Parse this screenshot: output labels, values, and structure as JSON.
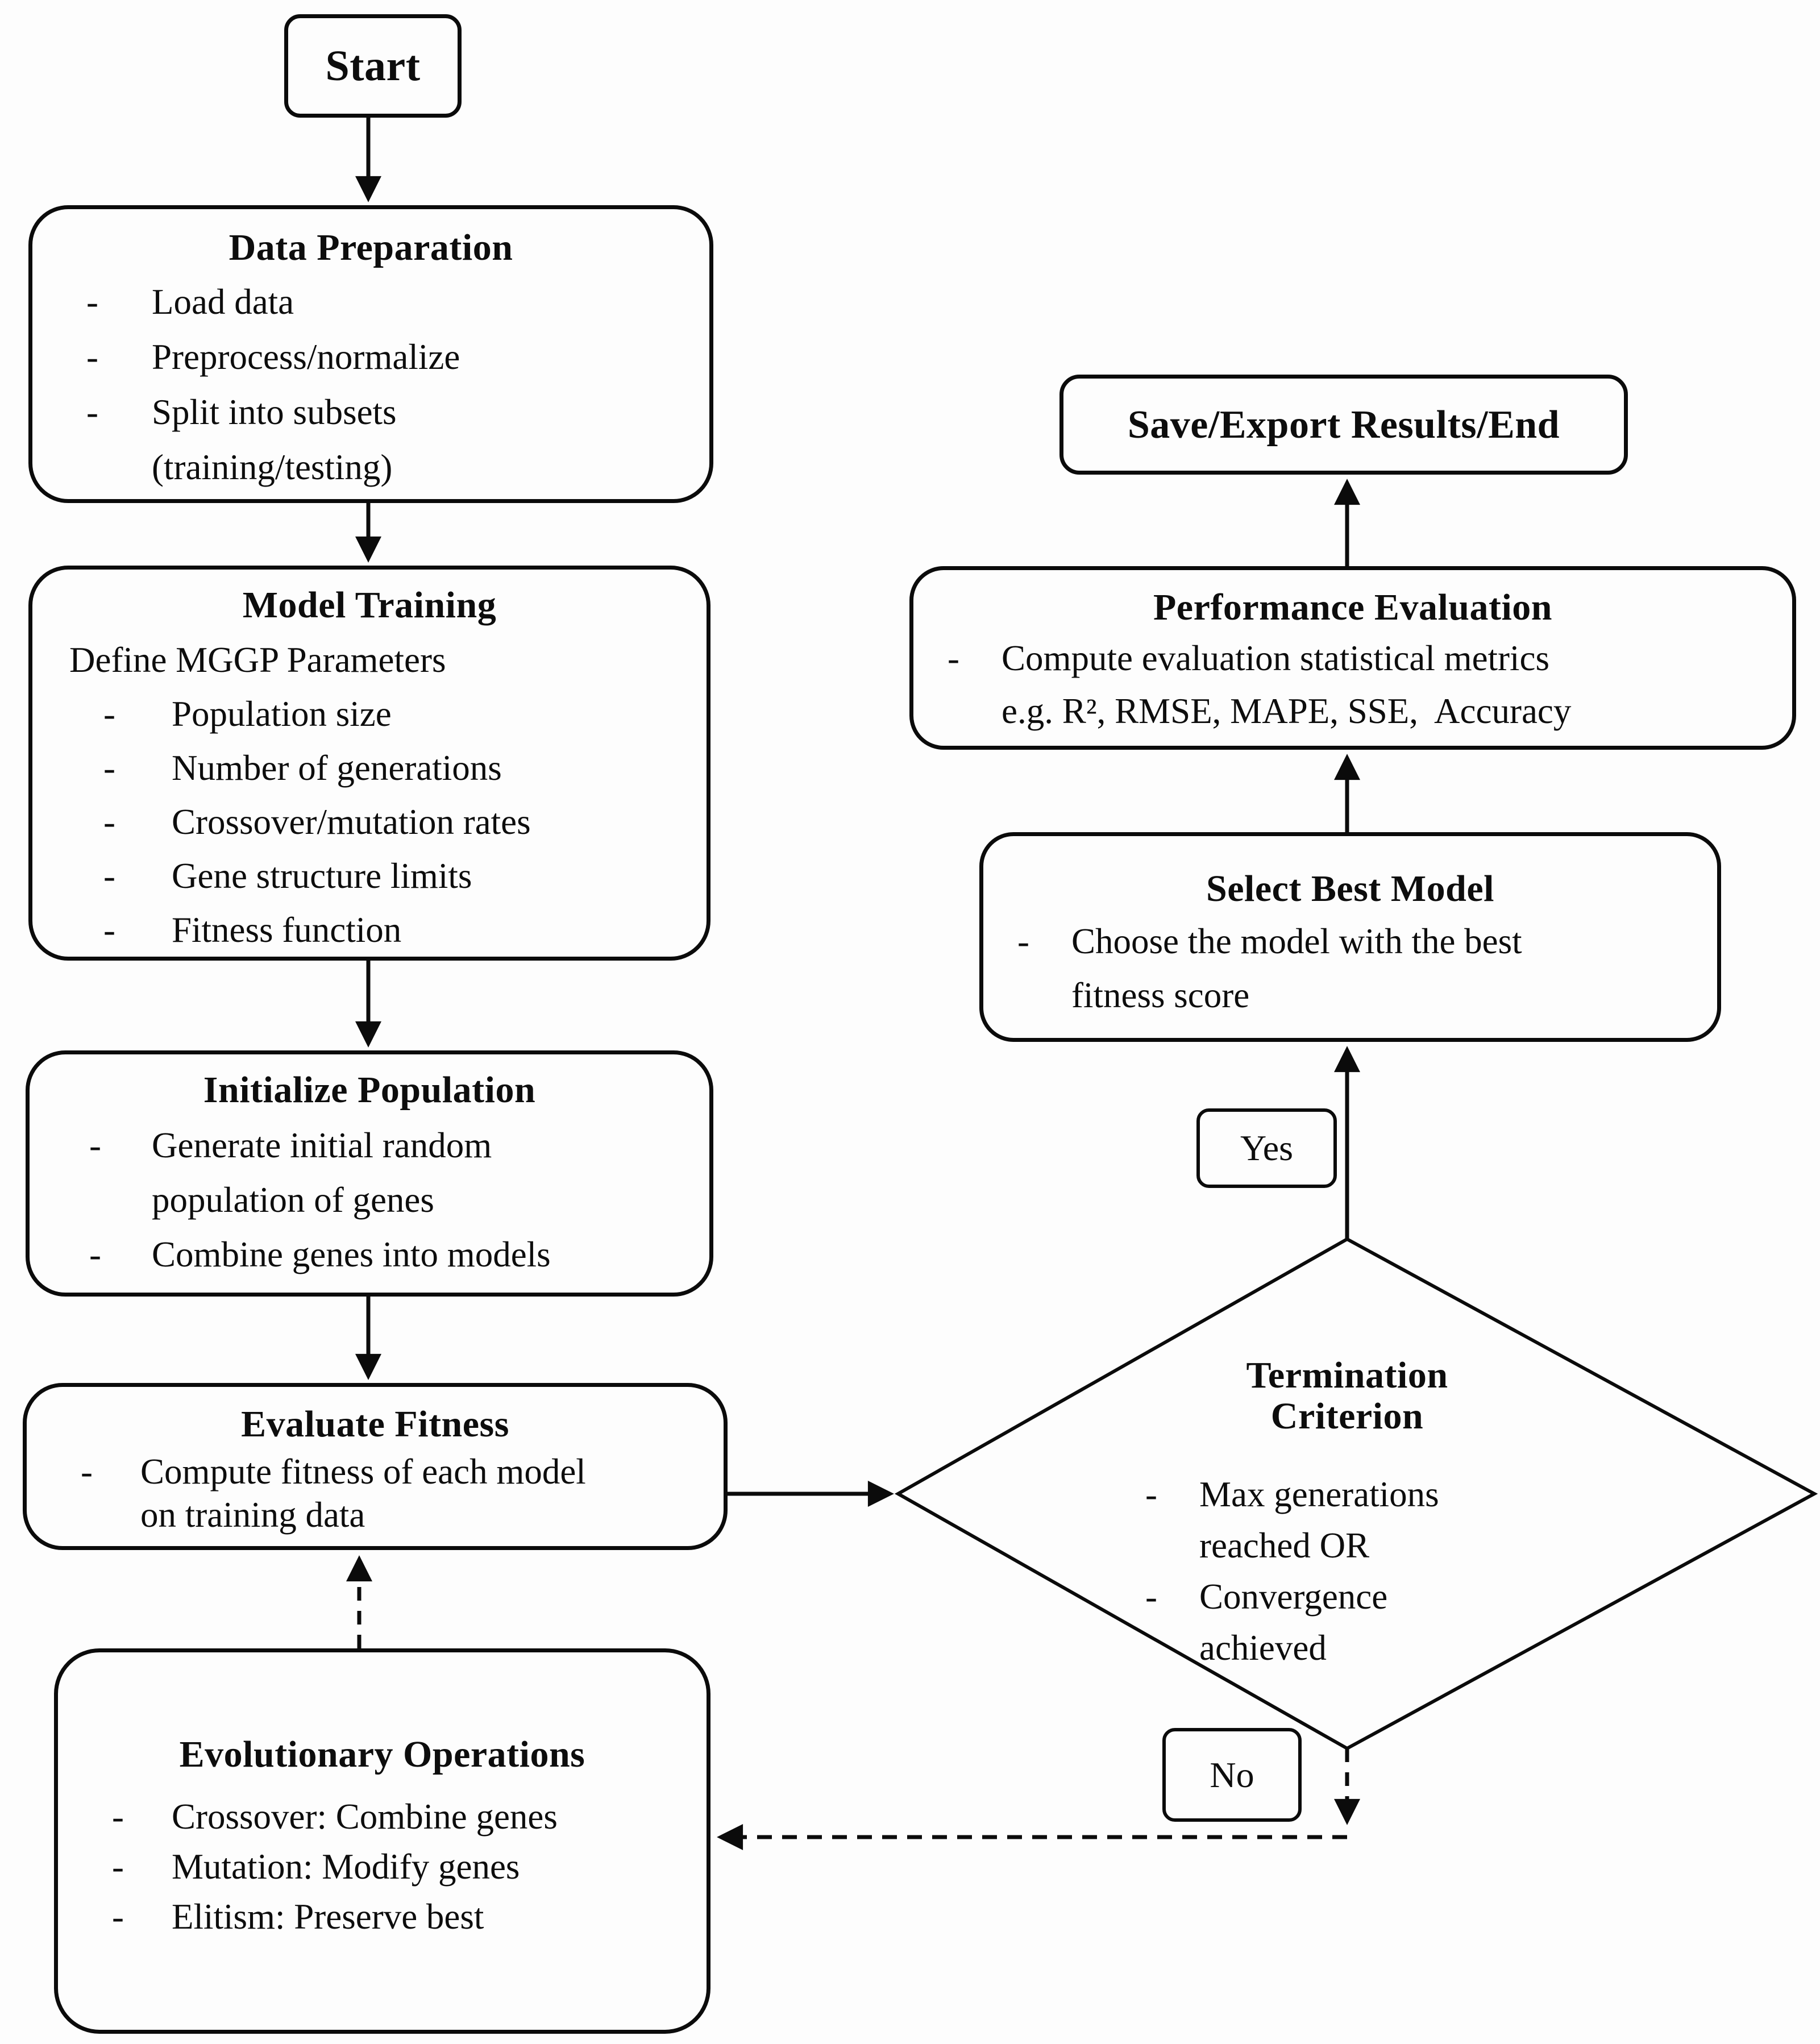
{
  "colors": {
    "background": "#fdfdfd",
    "stroke": "#0b0b0b",
    "text": "#0d0d0d"
  },
  "nodes": {
    "start": {
      "label": "Start"
    },
    "data_preparation": {
      "title": "Data Preparation",
      "items": [
        {
          "bullet": "-",
          "text": "Load data"
        },
        {
          "bullet": "-",
          "text": "Preprocess/normalize"
        },
        {
          "bullet": "-",
          "text": "Split into subsets"
        },
        {
          "bullet": "",
          "text": "(training/testing)"
        }
      ]
    },
    "model_training": {
      "title": "Model Training",
      "subtitle": "Define MGGP Parameters",
      "items": [
        {
          "bullet": "-",
          "text": "Population size"
        },
        {
          "bullet": "-",
          "text": "Number of generations"
        },
        {
          "bullet": "-",
          "text": "Crossover/mutation rates"
        },
        {
          "bullet": "-",
          "text": "Gene structure limits"
        },
        {
          "bullet": "-",
          "text": "Fitness function"
        }
      ]
    },
    "initialize_population": {
      "title": "Initialize Population",
      "items": [
        {
          "bullet": "-",
          "text": "Generate initial random"
        },
        {
          "bullet": "",
          "text": "population of genes"
        },
        {
          "bullet": "-",
          "text": "Combine genes into models"
        }
      ]
    },
    "evaluate_fitness": {
      "title": "Evaluate Fitness",
      "items": [
        {
          "bullet": "-",
          "text": "Compute fitness of each model"
        },
        {
          "bullet": "",
          "text": "on training data"
        }
      ]
    },
    "evolutionary_operations": {
      "title": "Evolutionary Operations",
      "items": [
        {
          "bullet": "-",
          "text": "Crossover: Combine genes"
        },
        {
          "bullet": "-",
          "text": "Mutation: Modify genes"
        },
        {
          "bullet": "-",
          "text": "Elitism: Preserve best"
        }
      ]
    },
    "termination_criterion": {
      "title_line1": "Termination",
      "title_line2": "Criterion",
      "items": [
        {
          "bullet": "-",
          "text": "Max generations"
        },
        {
          "bullet": "",
          "text": "reached OR"
        },
        {
          "bullet": "-",
          "text": "Convergence"
        },
        {
          "bullet": "",
          "text": "achieved"
        }
      ]
    },
    "select_best_model": {
      "title": "Select Best Model",
      "items": [
        {
          "bullet": "-",
          "text": "Choose the model with the best"
        },
        {
          "bullet": "",
          "text": "fitness score"
        }
      ]
    },
    "performance_evaluation": {
      "title": "Performance Evaluation",
      "items": [
        {
          "bullet": "-",
          "text": "Compute evaluation statistical metrics"
        },
        {
          "bullet": "",
          "text": "e.g. R², RMSE, MAPE, SSE,  Accuracy"
        }
      ]
    },
    "save_export": {
      "label": "Save/Export Results/End"
    },
    "decision_labels": {
      "yes": "Yes",
      "no": "No"
    }
  }
}
